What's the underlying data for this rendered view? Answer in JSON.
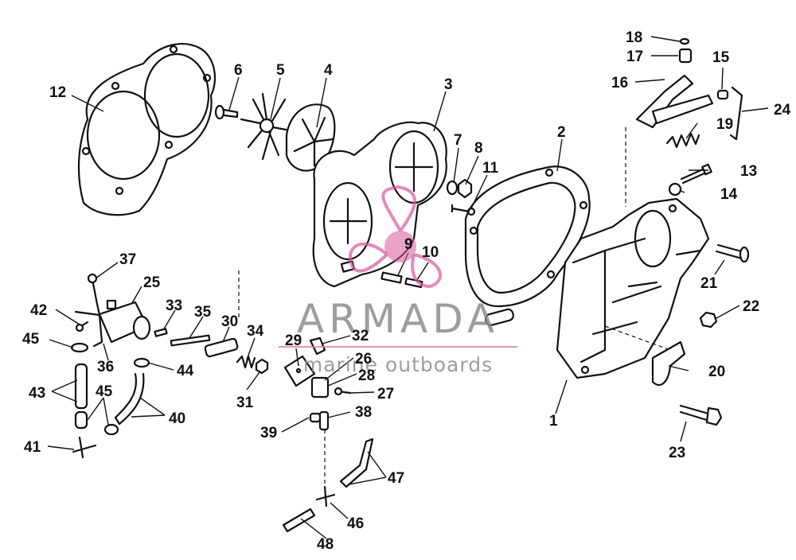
{
  "watermark": {
    "title": "ARMADA",
    "subtitle": "marine outboards",
    "logo_color": "#d7579a",
    "text_color": "#8d8d8d"
  },
  "callouts": [
    {
      "n": "1"
    },
    {
      "n": "2"
    },
    {
      "n": "3"
    },
    {
      "n": "4"
    },
    {
      "n": "5"
    },
    {
      "n": "6"
    },
    {
      "n": "7"
    },
    {
      "n": "8"
    },
    {
      "n": "9"
    },
    {
      "n": "10"
    },
    {
      "n": "11"
    },
    {
      "n": "12"
    },
    {
      "n": "13"
    },
    {
      "n": "14"
    },
    {
      "n": "15"
    },
    {
      "n": "16"
    },
    {
      "n": "17"
    },
    {
      "n": "18"
    },
    {
      "n": "19"
    },
    {
      "n": "20"
    },
    {
      "n": "21"
    },
    {
      "n": "22"
    },
    {
      "n": "23"
    },
    {
      "n": "24"
    },
    {
      "n": "25"
    },
    {
      "n": "26"
    },
    {
      "n": "27"
    },
    {
      "n": "28"
    },
    {
      "n": "29"
    },
    {
      "n": "30"
    },
    {
      "n": "31"
    },
    {
      "n": "32"
    },
    {
      "n": "33"
    },
    {
      "n": "34"
    },
    {
      "n": "35"
    },
    {
      "n": "36"
    },
    {
      "n": "37"
    },
    {
      "n": "38"
    },
    {
      "n": "39"
    },
    {
      "n": "40"
    },
    {
      "n": "41"
    },
    {
      "n": "42"
    },
    {
      "n": "43"
    },
    {
      "n": "44"
    },
    {
      "n": "45"
    },
    {
      "n": "45"
    },
    {
      "n": "46"
    },
    {
      "n": "47"
    },
    {
      "n": "48"
    }
  ]
}
